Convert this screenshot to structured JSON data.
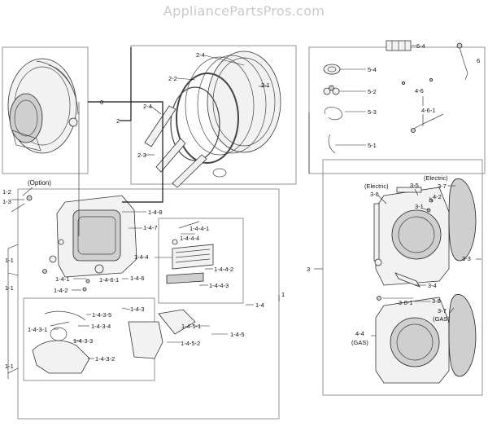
{
  "watermark": "AppliancePartsPros.com",
  "labels": {
    "l_0": "0",
    "l_2": "2",
    "l_2_4a": "2-4",
    "l_2_2": "2-2",
    "l_2_1": "2-1",
    "l_2_4b": "2-4",
    "l_2_3": "2-3",
    "l_option": "(Option)",
    "l_1_2": "1-2",
    "l_1_3": "1-3",
    "l_1_4_8": "1-4-8",
    "l_1_4_7": "1-4-7",
    "l_1_1a": "1-1",
    "l_1_1b": "1-1",
    "l_1_1c": "1-1",
    "l_1_4_4_1": "1-4-4-1",
    "l_1_4_4_4": "1-4-4-4",
    "l_1_4_4": "1-4-4",
    "l_1_4_4_2": "1-4-4-2",
    "l_1_4_4_3": "1-4-4-3",
    "l_1_4_1": "1-4-1",
    "l_1_4_6_1": "1-4-6-1",
    "l_1_4_6": "1-4-6",
    "l_1_4_2": "1-4-2",
    "l_1_4": "1-4",
    "l_1": "1",
    "l_1_4_3": "1-4-3",
    "l_1_4_3_5": "1-4-3-5",
    "l_1_4_3_4": "1-4-3-4",
    "l_1_4_3_1": "1-4-3-1",
    "l_1_4_3_3": "1-4-3-3",
    "l_1_4_3_2": "1-4-3-2",
    "l_1_4_5_1": "1-4-5-1",
    "l_1_4_5": "1-4-5",
    "l_1_4_5_2": "1-4-5-2",
    "l_6_4": "6-4",
    "l_6": "6",
    "l_5_4": "5-4",
    "l_5_2": "5-2",
    "l_5_3": "5-3",
    "l_5_1": "5-1",
    "l_4_6": "4-6",
    "l_4_6_1": "4-6-1",
    "l_electric_a": "(Electric)",
    "l_electric_b": "(Electric)",
    "l_3_6": "3-6",
    "l_3_5": "3-5",
    "l_3_7a": "3-7",
    "l_4_2": "4-2",
    "l_3_1": "3-1",
    "l_3_3": "3-3",
    "l_3": "3",
    "l_3_4": "3-4",
    "l_3_8": "3-8",
    "l_3_8_1": "3-8-1",
    "l_3_7b": "3-7",
    "l_gas_a": "(GAS)",
    "l_4_4": "4-4",
    "l_gas_b": "(GAS)"
  },
  "icons": [
    "drum-assembly-icon",
    "drum-icon",
    "drum-rim-icon",
    "lifter-icon",
    "front-panel-icon",
    "door-seal-icon",
    "lint-filter-icon",
    "duct-icon",
    "rear-panel-icon",
    "burner-cover-icon",
    "heater-icon",
    "gas-valve-icon",
    "sensor-icon",
    "bearing-icon",
    "thermostat-icon",
    "hose-icon"
  ]
}
